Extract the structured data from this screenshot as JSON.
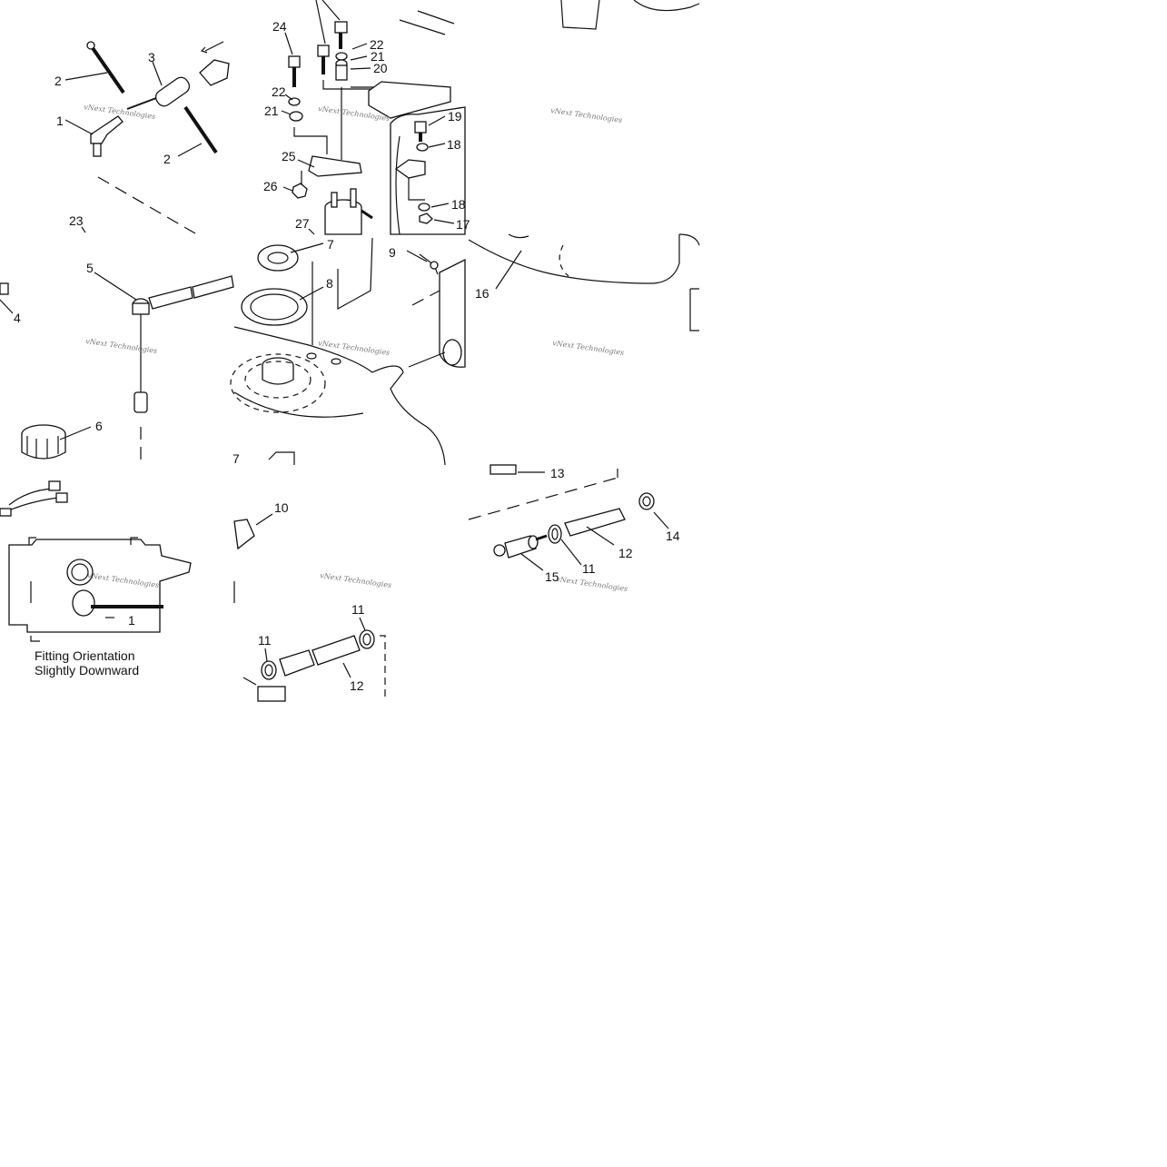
{
  "diagram": {
    "watermark": "vNext Technologies",
    "caption_lines": [
      "Fitting Orientation",
      "Slightly Downward"
    ],
    "callouts": [
      {
        "id": "c2a",
        "text": "2"
      },
      {
        "id": "c3",
        "text": "3"
      },
      {
        "id": "c1a",
        "text": "1"
      },
      {
        "id": "c2b",
        "text": "2"
      },
      {
        "id": "c23",
        "text": "23"
      },
      {
        "id": "c5",
        "text": "5"
      },
      {
        "id": "c4",
        "text": "4"
      },
      {
        "id": "c6",
        "text": "6"
      },
      {
        "id": "c1b",
        "text": "1"
      },
      {
        "id": "c24",
        "text": "24"
      },
      {
        "id": "c22a",
        "text": "22"
      },
      {
        "id": "c21a",
        "text": "21"
      },
      {
        "id": "c20",
        "text": "20"
      },
      {
        "id": "c22b",
        "text": "22"
      },
      {
        "id": "c21b",
        "text": "21"
      },
      {
        "id": "c25",
        "text": "25"
      },
      {
        "id": "c26",
        "text": "26"
      },
      {
        "id": "c27",
        "text": "27"
      },
      {
        "id": "c7a",
        "text": "7"
      },
      {
        "id": "c8",
        "text": "8"
      },
      {
        "id": "c7b",
        "text": "7"
      },
      {
        "id": "c10",
        "text": "10"
      },
      {
        "id": "c11a",
        "text": "11"
      },
      {
        "id": "c11b",
        "text": "11"
      },
      {
        "id": "c12a",
        "text": "12"
      },
      {
        "id": "c19",
        "text": "19"
      },
      {
        "id": "c18a",
        "text": "18"
      },
      {
        "id": "c18b",
        "text": "18"
      },
      {
        "id": "c17",
        "text": "17"
      },
      {
        "id": "c9",
        "text": "9"
      },
      {
        "id": "c16",
        "text": "16"
      },
      {
        "id": "c13",
        "text": "13"
      },
      {
        "id": "c14",
        "text": "14"
      },
      {
        "id": "c12b",
        "text": "12"
      },
      {
        "id": "c11c",
        "text": "11"
      },
      {
        "id": "c15",
        "text": "15"
      }
    ]
  }
}
